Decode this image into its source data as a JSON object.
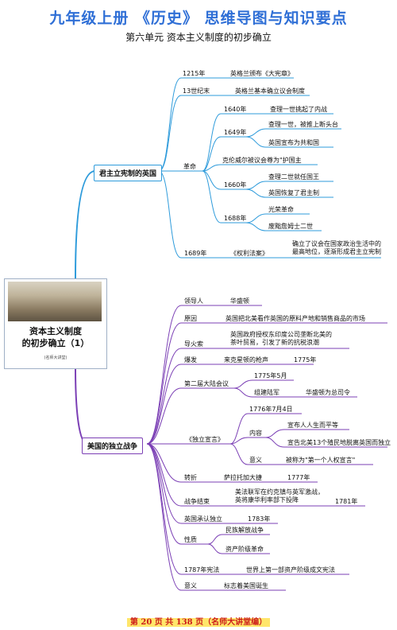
{
  "header": {
    "title": "九年级上册  《历史》  思维导图与知识要点",
    "subtitle": "第六单元   资本主义制度的初步确立"
  },
  "center": {
    "title_line1": "资本主义制度",
    "title_line2": "的初步确立（1）",
    "note": "(名师大讲堂)"
  },
  "branch_england": {
    "label": "君主立宪制的英国",
    "n1215": {
      "time": "1215年",
      "text": "英格兰颁布《大宪章》"
    },
    "n13c": {
      "time": "13世纪末",
      "text": "英格兰基本确立议会制度"
    },
    "revolution": {
      "label": "革命",
      "y1640": "1640年",
      "t1640": "查理一世挑起了内战",
      "y1649": "1649年",
      "t1649a": "查理一世，被推上断头台",
      "t1649b": "英国宣布为共和国",
      "cromwell": "克伦威尔被议会尊为\"护国主",
      "y1660": "1660年",
      "t1660a": "查理二世就任国王",
      "t1660b": "英国恢复了君主制",
      "y1688": "1688年",
      "t1688a": "光荣革命",
      "t1688b": "废黜詹姆士二世"
    },
    "n1689": {
      "time": "1689年",
      "doc": "《权利法案》",
      "text": "确立了议会在国家政治生活中的最高地位，逐渐形成君主立宪制"
    }
  },
  "branch_america": {
    "label": "美国的独立战争",
    "leader": {
      "k": "领导人",
      "v": "华盛顿"
    },
    "cause": {
      "k": "原因",
      "v": "英国把北美看作英国的原料产地和销售商品的市场"
    },
    "trigger": {
      "k": "导火索",
      "v": "英国政府授权东印度公司垄断北美的茶叶贸易，引发了新的抗税浪潮"
    },
    "outbreak": {
      "k": "爆发",
      "v": "来克星顿的枪声",
      "y": "1775年"
    },
    "congress": {
      "k": "第二届大陆会议",
      "date": "1775年5月",
      "army": "组建陆军",
      "cmd": "华盛顿为总司令"
    },
    "declaration": {
      "k": "《独立宣言》",
      "date": "1776年7月4日",
      "content": "内容",
      "c1": "宣布人人生而平等",
      "c2": "宣告北美13个殖民地脱离英国而独立",
      "sig": "意义",
      "sigv": "被称为\"第一个人权宣言\""
    },
    "turning": {
      "k": "转折",
      "v": "萨拉托加大捷",
      "y": "1777年"
    },
    "end": {
      "k": "战争结束",
      "v": "美法联军在约克镇与英军激战，英将康华利率部下投降",
      "y": "1781年"
    },
    "recognize": {
      "k": "英国承认独立",
      "y": "1783年"
    },
    "nature": {
      "k": "性质",
      "a": "民族解放战争",
      "b": "资产阶级革命"
    },
    "constitution": {
      "k": "1787年宪法",
      "v": "世界上第一部资产阶级成文宪法"
    },
    "meaning": {
      "k": "意义",
      "v": "标志着美国诞生"
    }
  },
  "footer": {
    "text": "第 20 页 共 138 页（名师大讲堂编）"
  },
  "colors": {
    "title": "#2f6fd6",
    "england": "#2e9bdb",
    "america": "#7b3fb5",
    "footer": "#cc1b1b"
  }
}
